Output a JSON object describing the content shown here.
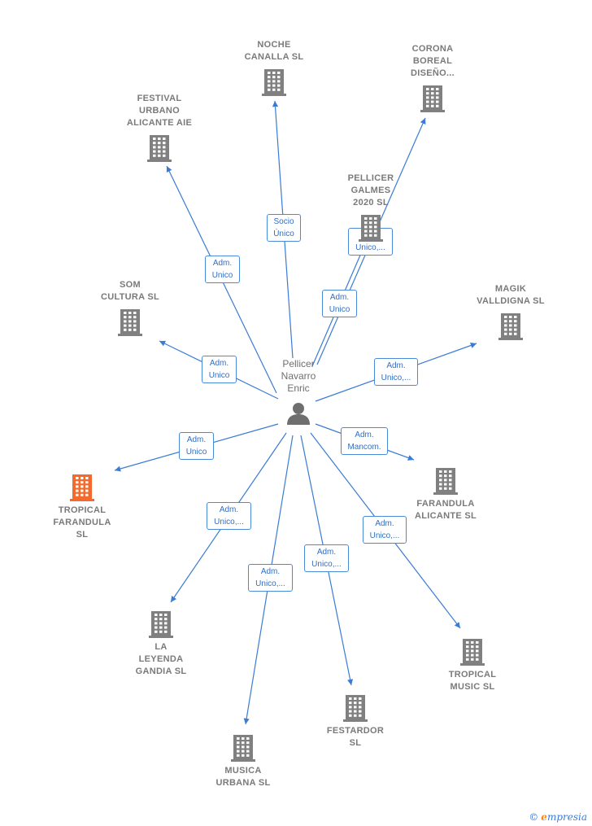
{
  "center": {
    "name": "Pellicer\nNavarro\nEnric",
    "icon": "person-icon"
  },
  "companies": [
    {
      "id": "noche",
      "name": "NOCHE\nCANALLA  SL"
    },
    {
      "id": "corona",
      "name": "CORONA\nBOREAL\nDISEÑO..."
    },
    {
      "id": "festival",
      "name": "FESTIVAL\nURBANO\nALICANTE AIE"
    },
    {
      "id": "pellicer",
      "name": "PELLICER\nGALMES\n2020  SL"
    },
    {
      "id": "som",
      "name": "SOM\nCULTURA  SL"
    },
    {
      "id": "magik",
      "name": "MAGIK\nVALLDIGNA  SL"
    },
    {
      "id": "tropical_far",
      "name": "TROPICAL\nFARANDULA\nSL",
      "highlight": true
    },
    {
      "id": "farandula",
      "name": "FARANDULA\nALICANTE  SL"
    },
    {
      "id": "leyenda",
      "name": "LA\nLEYENDA\nGANDIA  SL"
    },
    {
      "id": "musica",
      "name": "MUSICA\nURBANA  SL"
    },
    {
      "id": "festardor",
      "name": "FESTARDOR\nSL"
    },
    {
      "id": "tropical_music",
      "name": "TROPICAL\nMUSIC  SL"
    }
  ],
  "edges": [
    {
      "to": "noche",
      "label1": "Socio",
      "label2": "Único"
    },
    {
      "to": "corona",
      "label1": "Adm.",
      "label2": "Unico,..."
    },
    {
      "to": "pellicer",
      "label1": "Adm.",
      "label2": "Unico"
    },
    {
      "to": "festival",
      "label1": "Adm.",
      "label2": "Unico"
    },
    {
      "to": "som",
      "label1": "Adm.",
      "label2": "Unico"
    },
    {
      "to": "magik",
      "label1": "Adm.",
      "label2": "Unico,..."
    },
    {
      "to": "tropical_far",
      "label1": "Adm.",
      "label2": "Unico"
    },
    {
      "to": "farandula",
      "label1": "Adm.",
      "label2": "Mancom."
    },
    {
      "to": "leyenda",
      "label1": "Adm.",
      "label2": "Unico,..."
    },
    {
      "to": "musica",
      "label1": "Adm.",
      "label2": "Unico,..."
    },
    {
      "to": "festardor",
      "label1": "Adm.",
      "label2": "Unico,..."
    },
    {
      "to": "tropical_music",
      "label1": "Adm.",
      "label2": "Unico,..."
    }
  ],
  "colors": {
    "building": "#808080",
    "building_highlight": "#f26a2e",
    "edge": "#3a7bd5",
    "person": "#6f6f6f"
  },
  "brand": {
    "copyright": "©",
    "initial": "e",
    "rest": "mpresia"
  }
}
